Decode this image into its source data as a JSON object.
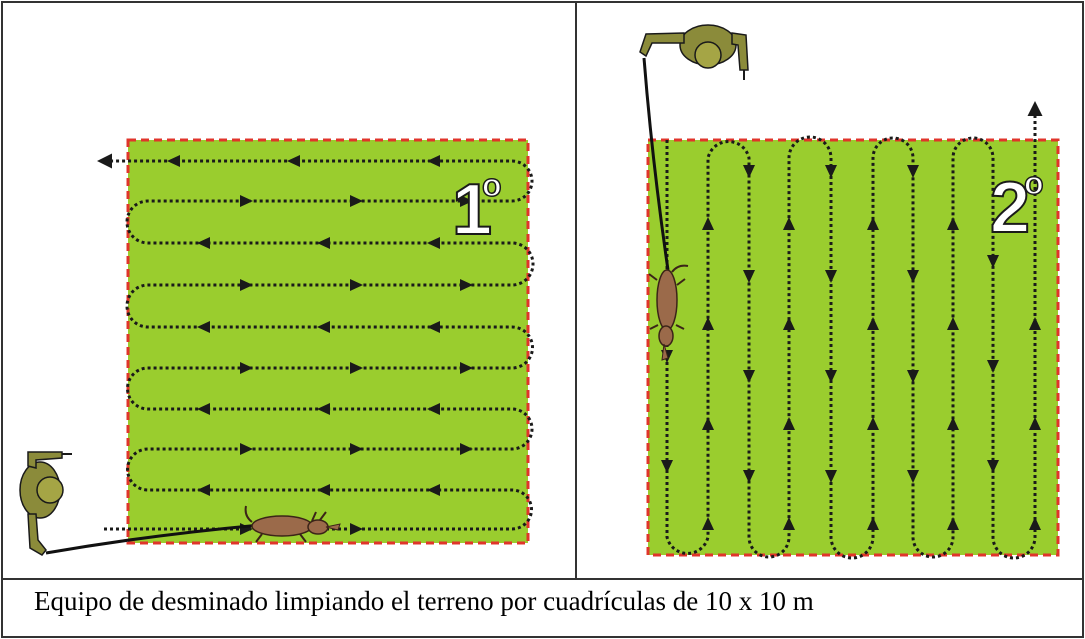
{
  "panels": [
    {
      "label": "1",
      "superscript": "o"
    },
    {
      "label": "2",
      "superscript": "o"
    }
  ],
  "caption": "Equipo de desminado limpiando el terreno por cuadrículas de 10 x 10 m",
  "colors": {
    "field": "#9acd2e",
    "border": "#e0352b",
    "path": "#1a1a1a",
    "operator": "#8b8b3a",
    "dog": "#9b6a4a",
    "frame": "#333333"
  },
  "icons": [
    "operator-icon",
    "mine-detection-dog-icon",
    "direction-arrow-icon"
  ]
}
